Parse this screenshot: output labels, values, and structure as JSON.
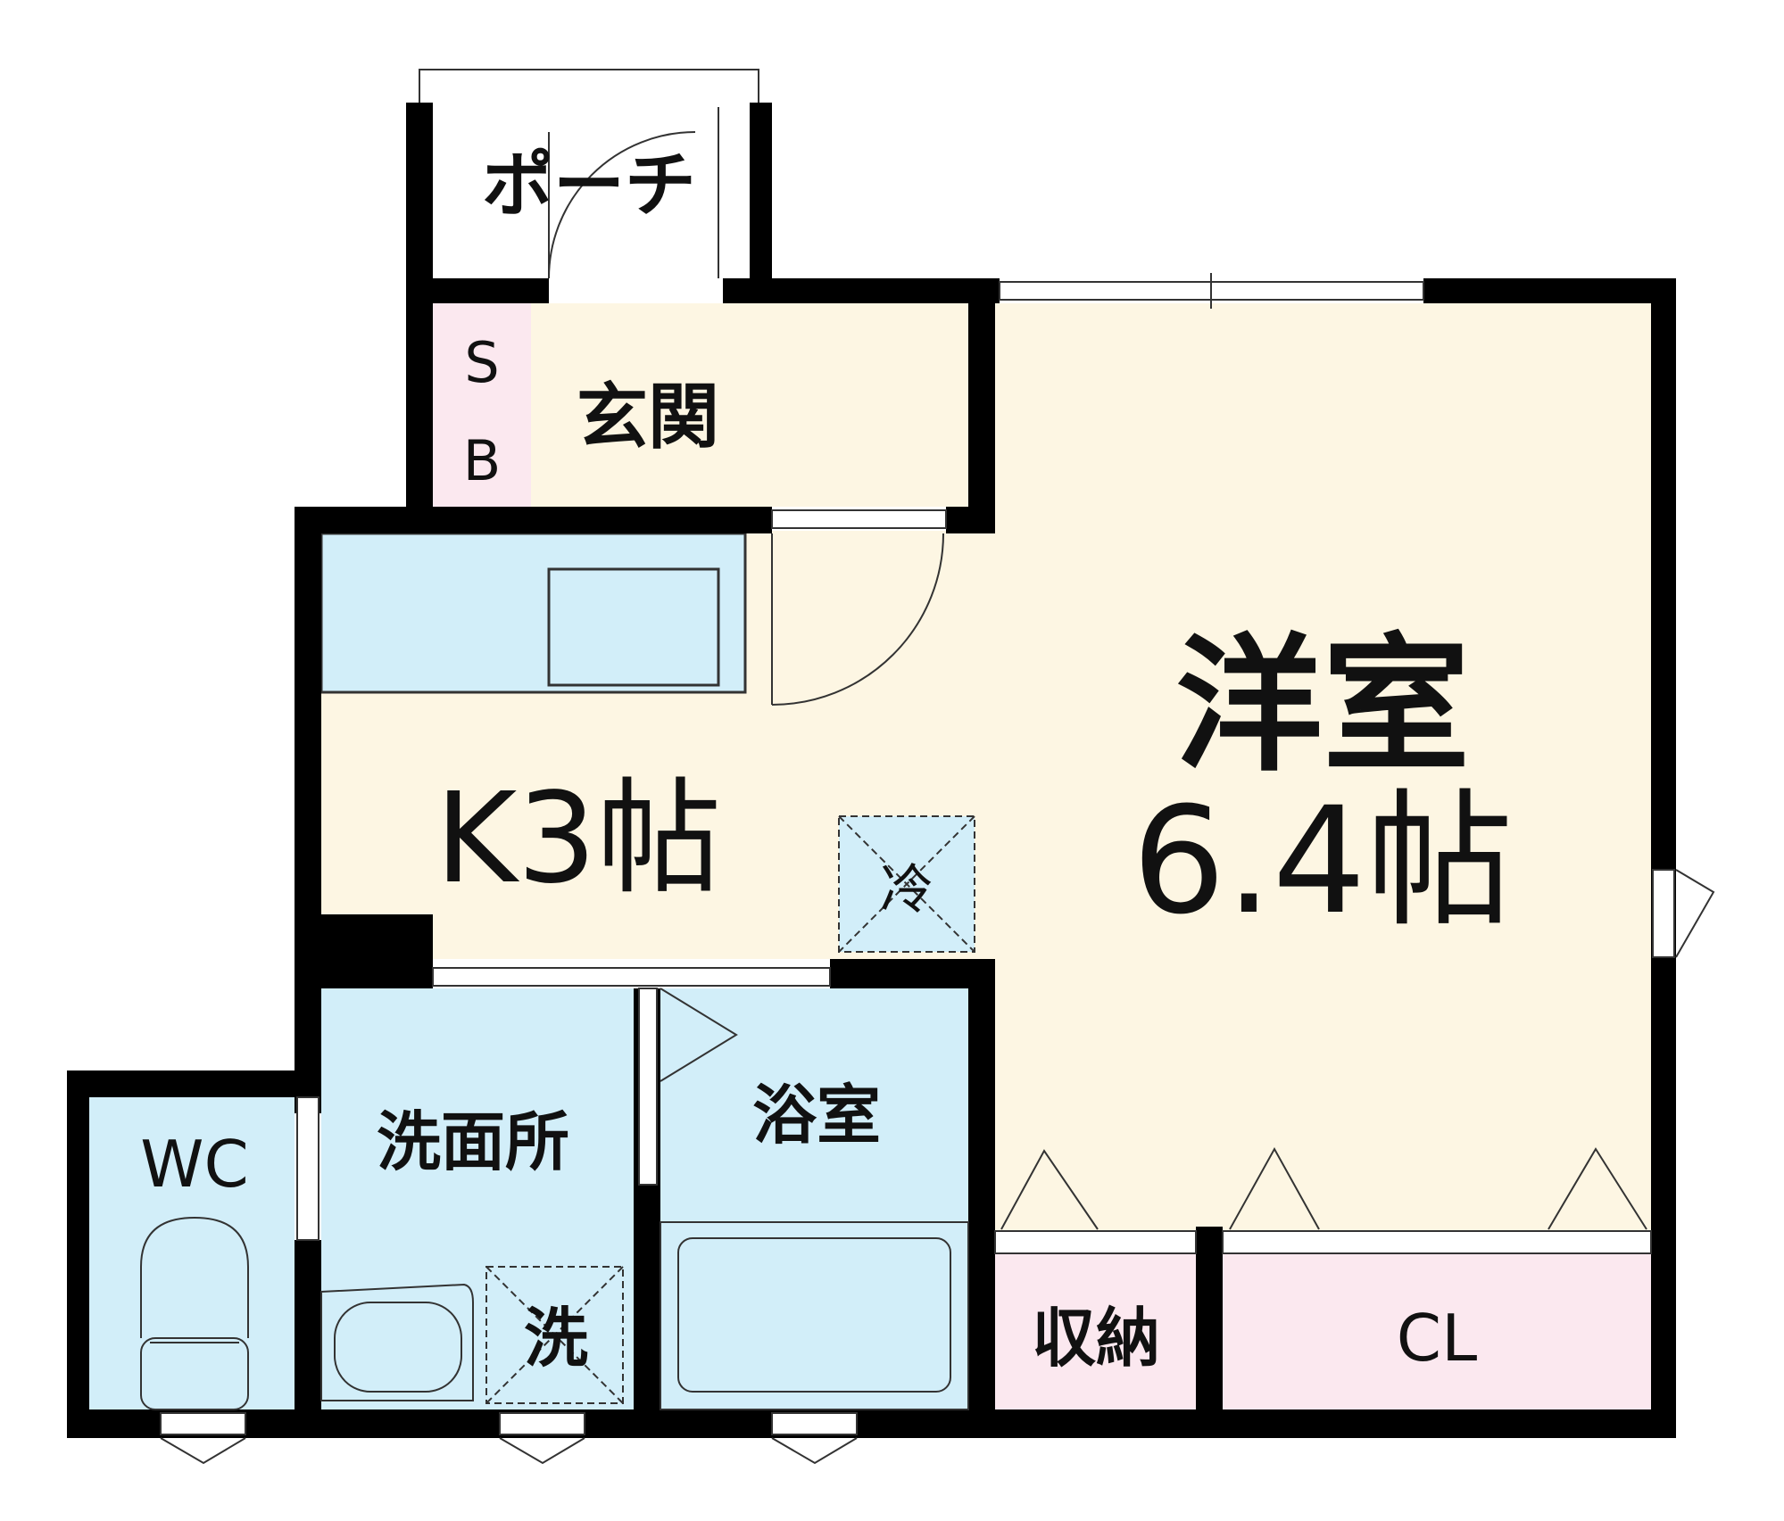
{
  "colors": {
    "wall": "#000000",
    "room_warm": "#fdf6e3",
    "room_water": "#d2eef9",
    "room_pink": "#fbe8ef",
    "porch": "#ffffff",
    "line": "#333333"
  },
  "rooms": {
    "porch": "ポーチ",
    "sb_s": "S",
    "sb_b": "B",
    "entrance": "玄関",
    "kitchen": "K3帖",
    "fridge": "冷",
    "western_line1": "洋室",
    "western_line2": "6.4帖",
    "washroom": "洗面所",
    "washer": "洗",
    "bath": "浴室",
    "wc": "WC",
    "storage": "収納",
    "closet": "CL"
  }
}
